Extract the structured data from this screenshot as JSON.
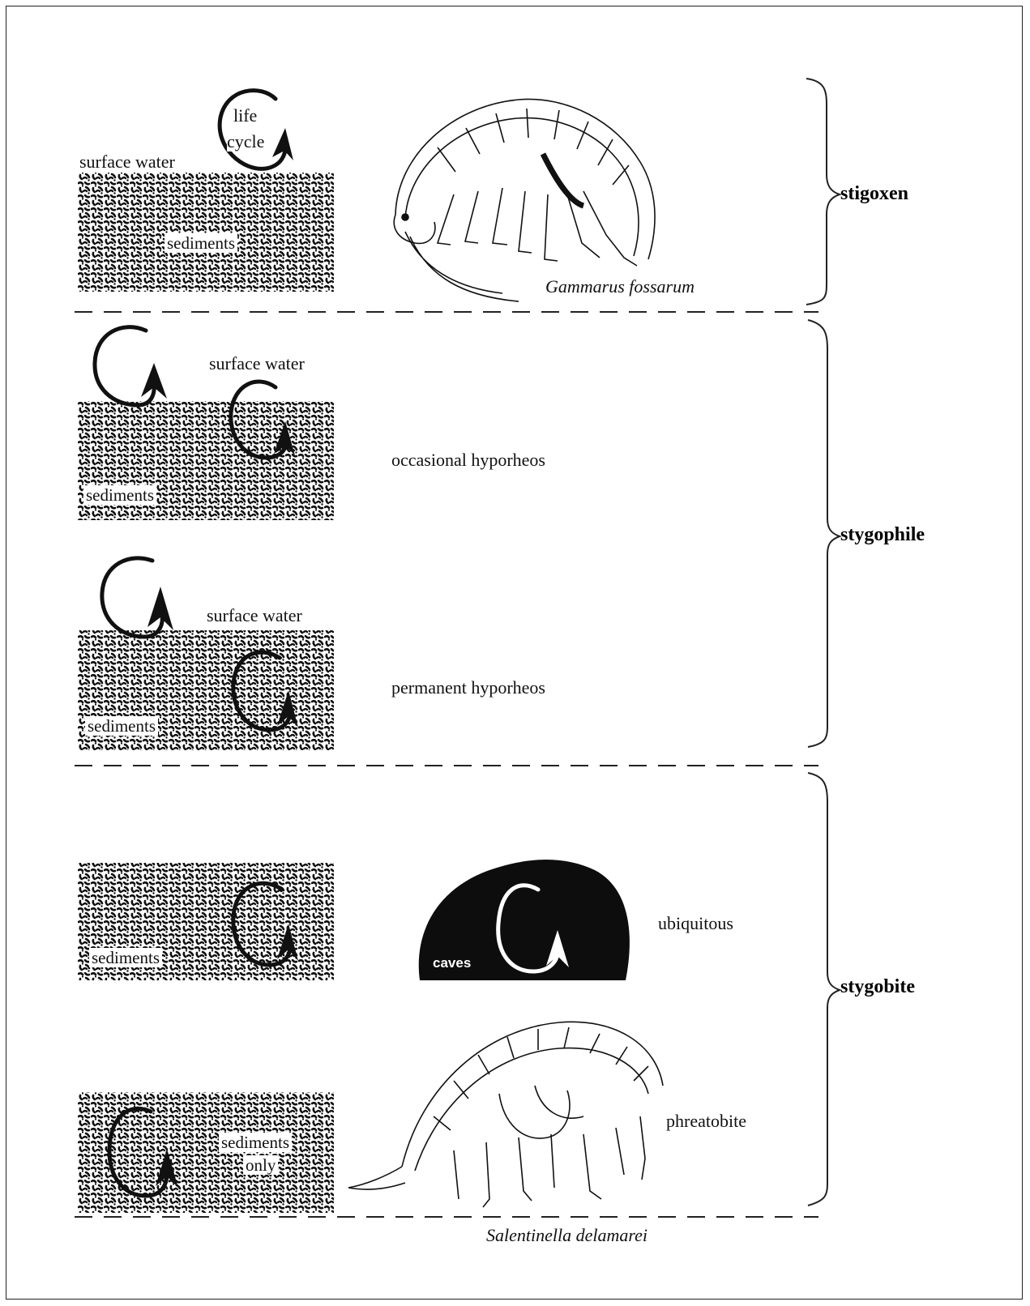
{
  "labels": {
    "surface_water": "surface water",
    "sediments": "sediments",
    "life": "life",
    "cycle": "cycle",
    "sediments_only_1": "sediments",
    "sediments_only_2": "only",
    "caves": "caves"
  },
  "species": {
    "top": "Gammarus fossarum",
    "bottom": "Salentinella delamarei"
  },
  "habitats": {
    "occasional": "occasional hyporheos",
    "permanent": "permanent hyporheos",
    "ubiquitous": "ubiquitous",
    "phreatobite": "phreatobite"
  },
  "categories": {
    "stigoxen": "stigoxen",
    "stygophile": "stygophile",
    "stygobite": "stygobite"
  },
  "colors": {
    "ink": "#111111",
    "cave_fill": "#0d0d0d",
    "background": "#ffffff"
  }
}
